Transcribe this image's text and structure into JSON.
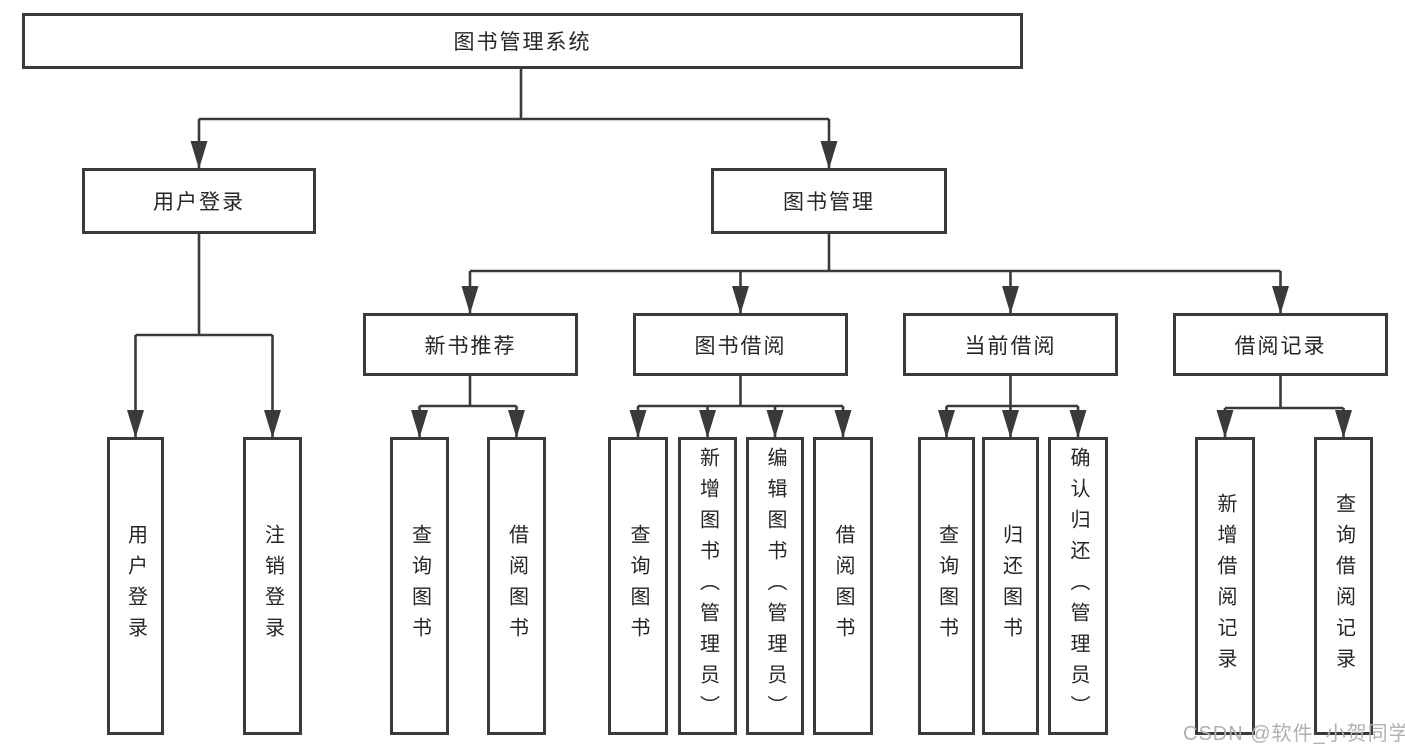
{
  "diagram": {
    "root": {
      "label": "图书管理系统"
    },
    "level2": [
      {
        "id": "user-login",
        "label": "用户登录"
      },
      {
        "id": "book-management",
        "label": "图书管理"
      }
    ],
    "level3": [
      {
        "id": "new-book-recommend",
        "parent": "book-management",
        "label": "新书推荐"
      },
      {
        "id": "book-borrowing",
        "parent": "book-management",
        "label": "图书借阅"
      },
      {
        "id": "current-borrowing",
        "parent": "book-management",
        "label": "当前借阅"
      },
      {
        "id": "borrowing-records",
        "parent": "book-management",
        "label": "借阅记录"
      }
    ],
    "leaves": [
      {
        "parent": "user-login",
        "label": "用户登录"
      },
      {
        "parent": "user-login",
        "label": "注销登录"
      },
      {
        "parent": "new-book-recommend",
        "label": "查询图书"
      },
      {
        "parent": "new-book-recommend",
        "label": "借阅图书"
      },
      {
        "parent": "book-borrowing",
        "label": "查询图书"
      },
      {
        "parent": "book-borrowing",
        "label": "新增图书（管理员）"
      },
      {
        "parent": "book-borrowing",
        "label": "编辑图书（管理员）"
      },
      {
        "parent": "book-borrowing",
        "label": "借阅图书"
      },
      {
        "parent": "current-borrowing",
        "label": "查询图书"
      },
      {
        "parent": "current-borrowing",
        "label": "归还图书"
      },
      {
        "parent": "current-borrowing",
        "label": "确认归还（管理员）"
      },
      {
        "parent": "borrowing-records",
        "label": "新增借阅记录"
      },
      {
        "parent": "borrowing-records",
        "label": "查询借阅记录"
      }
    ]
  },
  "watermark": {
    "text": "CSDN @软件_小贺同学"
  },
  "colors": {
    "line": "#3a3a3a",
    "text": "#262626",
    "watermark": "#b0b0b0",
    "background": "#ffffff"
  }
}
